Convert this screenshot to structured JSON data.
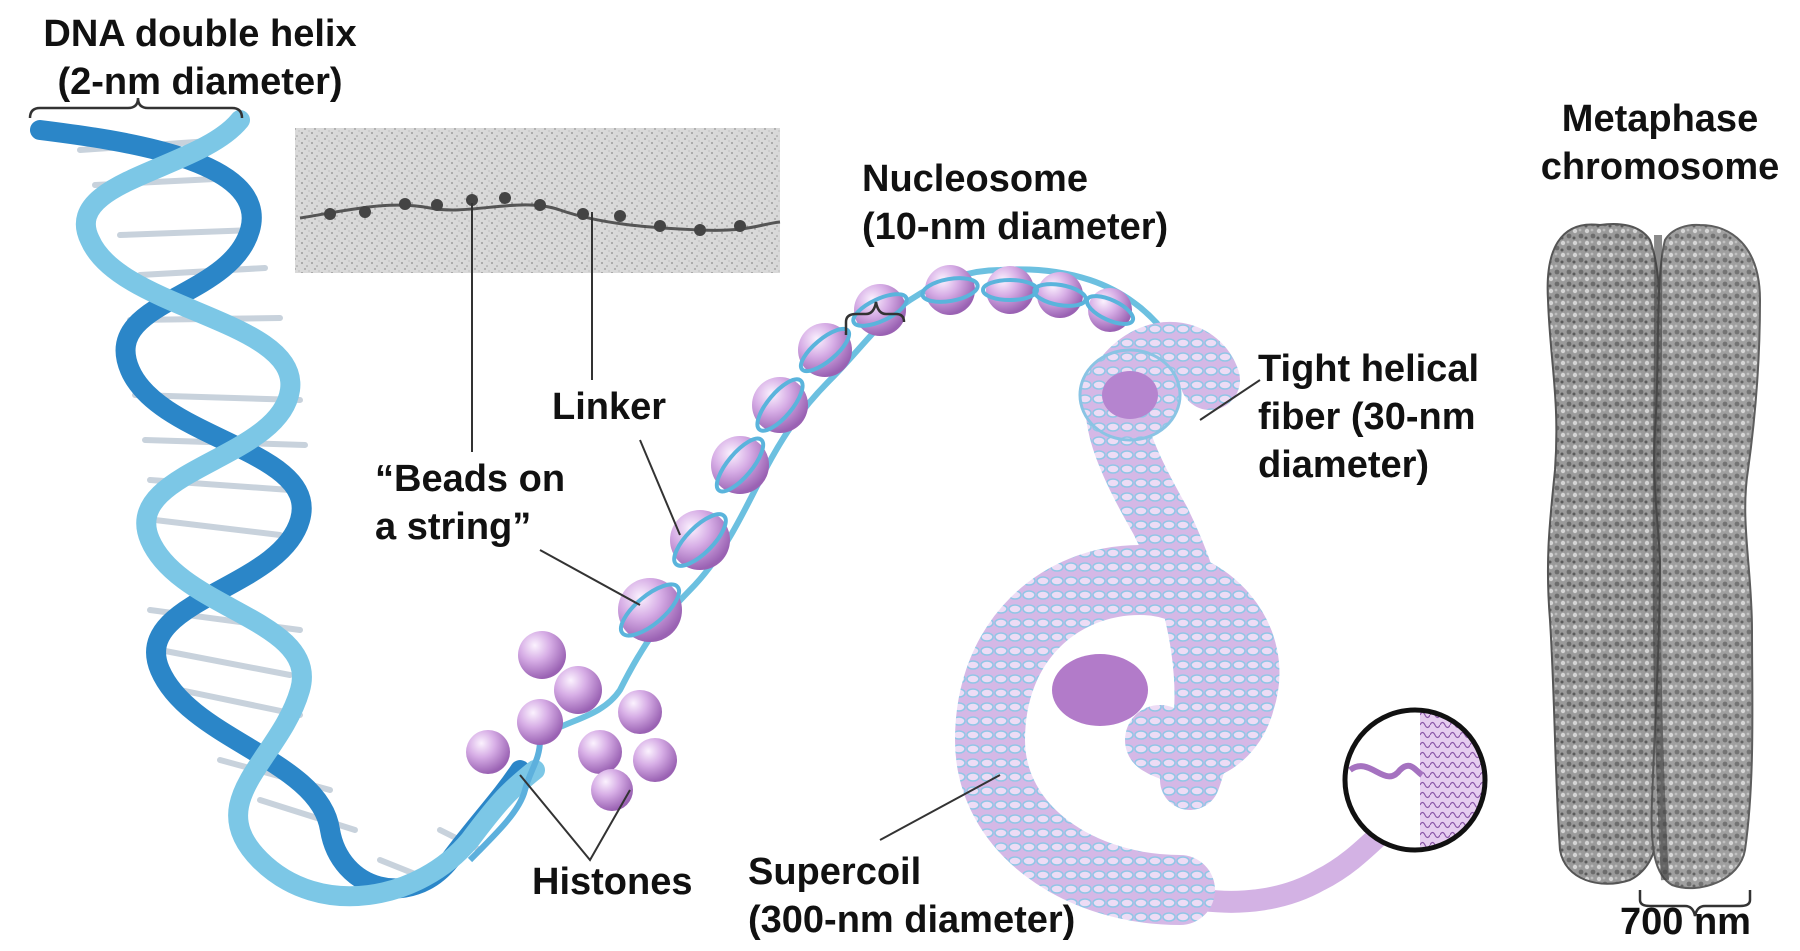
{
  "labels": {
    "dna_helix": {
      "line1": "DNA double helix",
      "line2": "(2-nm diameter)"
    },
    "beads_on_string": {
      "line1": "“Beads on",
      "line2": "a string”"
    },
    "linker": "Linker",
    "histones": "Histones",
    "nucleosome": {
      "line1": "Nucleosome",
      "line2": "(10-nm diameter)"
    },
    "tight_helical_fiber": {
      "line1": "Tight helical",
      "line2": "fiber (30-nm",
      "line3": "diameter)"
    },
    "supercoil": {
      "line1": "Supercoil",
      "line2": "(300-nm diameter)"
    },
    "metaphase_chromosome": {
      "line1": "Metaphase",
      "line2": "chromosome"
    },
    "scale_700nm": "700 nm"
  },
  "colors": {
    "dna_blue": "#2f8fd0",
    "dna_light": "#8fd4ea",
    "histone_purple": "#c79ad8",
    "histone_light": "#ecdcf3",
    "chromosome_gray": "#8a8a8a",
    "leader_line": "#333333"
  }
}
